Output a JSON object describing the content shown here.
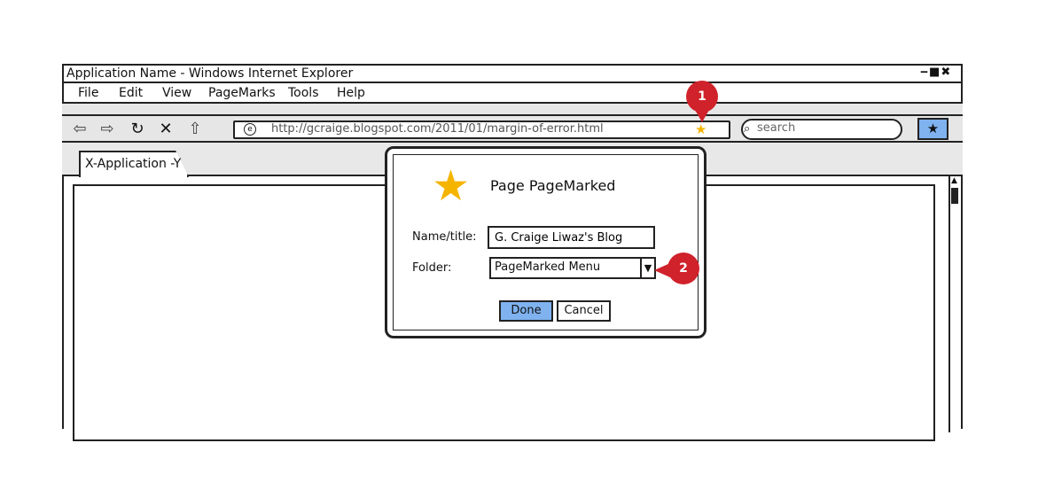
{
  "window": {
    "title": "Application Name - Windows Internet Explorer",
    "controls": "‒■✖"
  },
  "menu": {
    "items": [
      "File",
      "Edit",
      "View",
      "PageMarks",
      "Tools",
      "Help"
    ]
  },
  "nav": {
    "back_icon": "⇦",
    "forward_icon": "⇨",
    "refresh_icon": "↻",
    "stop_icon": "✕",
    "home_icon": "⇧",
    "url": "http://gcraige.blogspot.com/2011/01/margin-of-error.html",
    "search_placeholder": "search"
  },
  "tabs": [
    {
      "label": "X-Application -Y"
    }
  ],
  "dialog": {
    "title": "Page PageMarked",
    "name_label": "Name/title:",
    "name_value": "G. Craige Liwaz's Blog",
    "folder_label": "Folder:",
    "folder_value": "PageMarked Menu",
    "done_label": "Done",
    "cancel_label": "Cancel"
  },
  "callouts": [
    {
      "number": "1"
    },
    {
      "number": "2"
    }
  ],
  "colors": {
    "accent_button": "#7fb2ef",
    "star": "#f5b400",
    "callout": "#d0222b"
  }
}
